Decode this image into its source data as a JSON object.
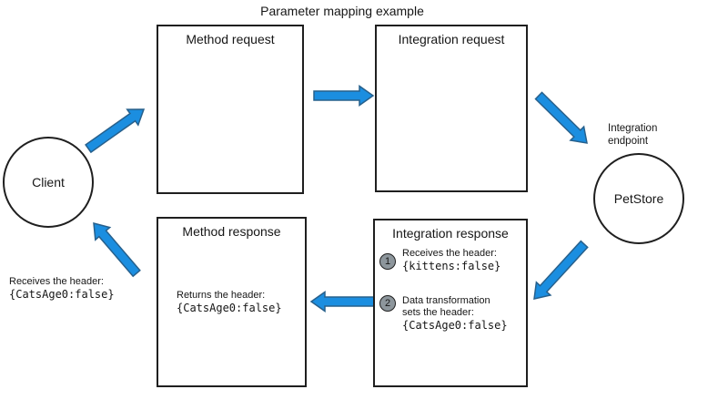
{
  "title": "Parameter mapping example",
  "colors": {
    "background": "#ffffff",
    "arrow_fill": "#1b8ee0",
    "arrow_stroke": "#27608c",
    "step_badge_fill": "#8d969c",
    "box_border": "#1f1f1f"
  },
  "nodes": {
    "client": {
      "label": "Client"
    },
    "petstore": {
      "label": "PetStore",
      "caption_line1": "Integration",
      "caption_line2": "endpoint"
    },
    "method_request": {
      "title": "Method request"
    },
    "integration_request": {
      "title": "Integration request"
    },
    "method_response": {
      "title": "Method response",
      "body_line1": "Returns the header:",
      "body_code": "{CatsAge0:false}"
    },
    "integration_response": {
      "title": "Integration response",
      "steps": [
        {
          "number": "1",
          "lines": [
            "Receives the header:"
          ],
          "code": "{kittens:false}"
        },
        {
          "number": "2",
          "lines": [
            "Data transformation",
            "sets the header:"
          ],
          "code": "{CatsAge0:false}"
        }
      ]
    }
  },
  "client_note": {
    "line1": "Receives the header:",
    "code": "{CatsAge0:false}"
  }
}
